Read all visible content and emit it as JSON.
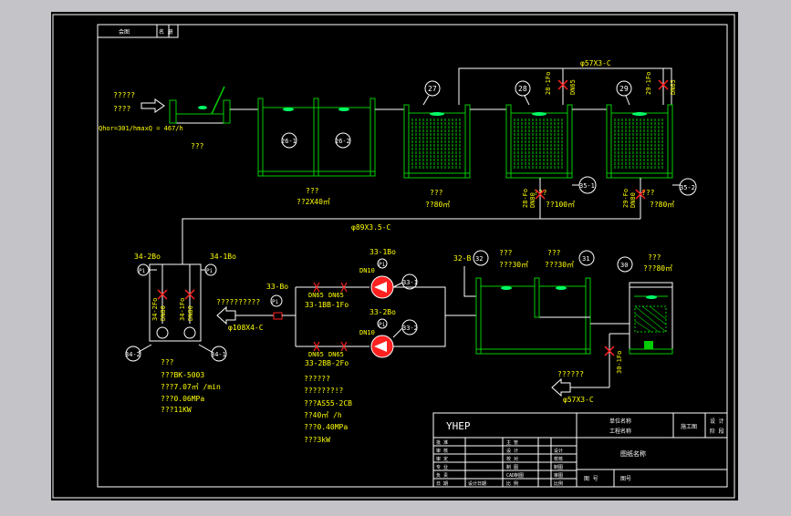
{
  "title_block": {
    "corner_tab_1": "会图",
    "corner_tab_2": "名 册",
    "company": "YHEP",
    "unit_name": "单位名称",
    "project_name": "工程名称",
    "stage": "施工图",
    "design_label": "设 计",
    "stage_label": "阶 段",
    "drawing_name": "图纸名称",
    "drawing_no_label": "图 号",
    "drawing_no": "图号",
    "rows": [
      {
        "c1": "批 准",
        "c2": "",
        "c3": "主 管",
        "c4": "",
        "c5": ""
      },
      {
        "c1": "审 核",
        "c2": "",
        "c3": "设 计",
        "c4": "",
        "c5": "设计"
      },
      {
        "c1": "审 定",
        "c2": "",
        "c3": "校 对",
        "c4": "",
        "c5": "校核"
      },
      {
        "c1": "专 业",
        "c2": "",
        "c3": "制 图",
        "c4": "",
        "c5": "制图"
      },
      {
        "c1": "负 责",
        "c2": "",
        "c3": "CAD制图",
        "c4": "",
        "c5": "审图"
      },
      {
        "c1": "日 期",
        "c2": "设计日期",
        "c3": "比 例",
        "c4": "",
        "c5": "比例"
      }
    ]
  },
  "labels": {
    "inflow_1": "?????",
    "inflow_2": "????",
    "inflow_3": "Qhor=301/hmaxQ = 467/h",
    "screen": "???",
    "tank26_name": "???",
    "tank26_spec": "??2X40㎥",
    "tank26_1": "26-1",
    "tank26_2": "26-2",
    "tank27_no": "27",
    "tank27_name": "???",
    "tank27_spec": "??80㎥",
    "tank28_no": "28",
    "tank28_name": "???",
    "tank28_spec": "??100㎥",
    "tank29_no": "29",
    "tank29_name": "???",
    "tank29_spec": "??80㎥",
    "pipe_top": "φ57X3-C",
    "pipe_mid": "φ89X3.5-C",
    "pipe_left": "φ108X4-C",
    "pipe_bottom": "φ57X3-C",
    "v28_top": "28-1Fo",
    "v28_top_dn": "DN65",
    "v29_top": "29-1Fo",
    "v29_top_dn": "DN65",
    "v28_bot": "28-Fo",
    "v28_bot_dn": "DN80",
    "v29_bot": "29-Fo",
    "v29_bot_dn": "DN80",
    "c35_1": "35-1",
    "c35_2": "35-2",
    "t34_2": "34-2Bo",
    "t34_1": "34-1Bo",
    "pump34_dn": "DN80",
    "v34_2": "34-2Fo",
    "v34_1": "34-1Fo",
    "pi": "Pi",
    "out_label": "??????????",
    "c34_2": "34-2",
    "c34_1": "34-1",
    "pump34_name": "???",
    "pump34_model": "???BK-5003",
    "pump34_flow": "???7.07㎥ /min",
    "pump34_press": "???0.06MPa",
    "pump34_power": "???11KW",
    "t33_b": "33-Bo",
    "t33_1b": "33-1Bo",
    "t33_2b": "33-2Bo",
    "dn65": "DN65",
    "dn10": "DN10",
    "v33_1": "33-1BB-1Fo",
    "v33_2": "33-2BB-2Fo",
    "c33_1": "33-1",
    "c33_2": "33-2",
    "pump33_name": "??????",
    "pump33_desc": "???????!?",
    "pump33_model": "???AS55-2CB",
    "pump33_flow": "??40㎥ /h",
    "pump33_press": "???0.40MPa",
    "pump33_power": "???3kW",
    "t32": "32-B",
    "c32": "32",
    "tank32_name": "???",
    "tank32_spec": "???30㎥",
    "c31": "31",
    "tank31_name": "???",
    "tank31_spec": "???30㎥",
    "c30": "30",
    "tank30_name": "???",
    "tank30_spec": "???80㎥",
    "v30": "30-1Fo",
    "out_bottom": "??????"
  },
  "colors": {
    "line": "#ffffff",
    "text": "#ffff00",
    "valve": "#ff2020",
    "media": "#00cc00",
    "water": "#00ff66"
  }
}
